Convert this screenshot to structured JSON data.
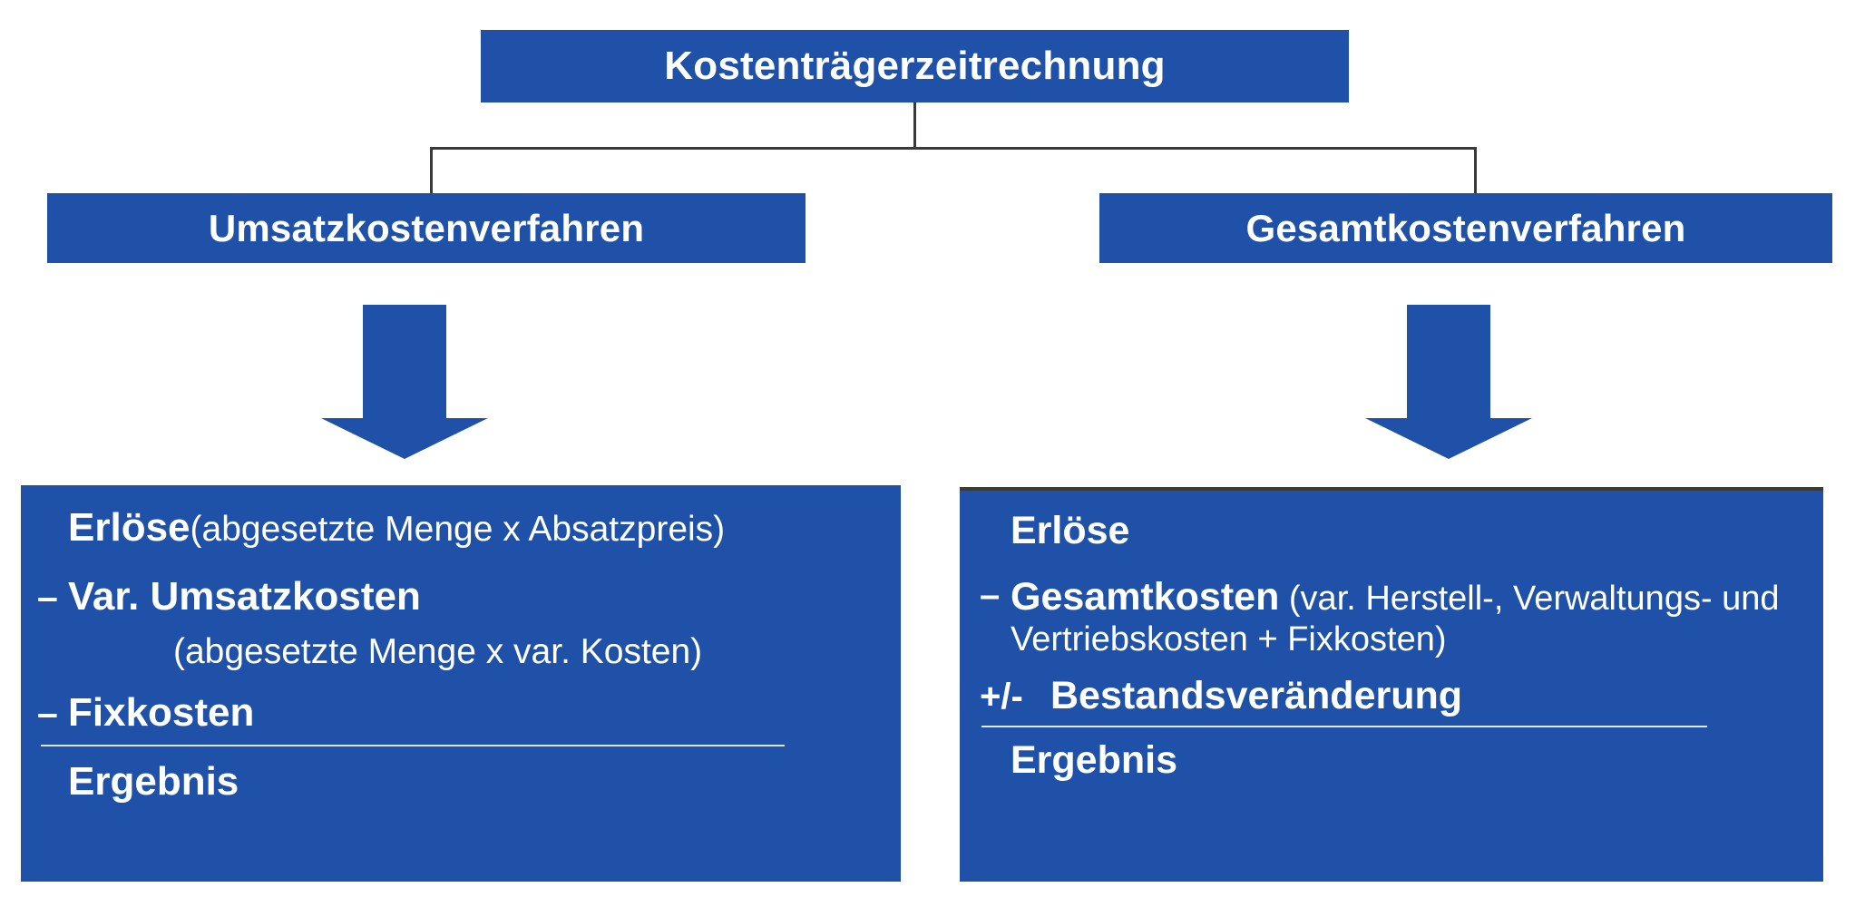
{
  "diagram": {
    "title": "Kostenträgerzeitrechnung",
    "accent_color": "#1F51A8",
    "connector_color": "#3A3A3A",
    "text_color": "#FFFFFF"
  },
  "nodes": {
    "root": {
      "label": "Kostenträgerzeitrechnung"
    },
    "left": {
      "label": "Umsatzkostenverfahren"
    },
    "right": {
      "label": "Gesamtkostenverfahren"
    }
  },
  "arrows": {
    "left": {
      "name": "down-arrow-icon"
    },
    "right": {
      "name": "down-arrow-icon"
    }
  },
  "panels": {
    "umsatzkostenverfahren": {
      "rows": [
        {
          "op": "",
          "bold": "Erlöse",
          "light": " (abgesetzte Menge x Absatzpreis)"
        },
        {
          "op": "–",
          "bold": "Var. Umsatzkosten",
          "light": ""
        },
        {
          "op": "",
          "bold": "",
          "light": "(abgesetzte Menge x var. Kosten)"
        },
        {
          "op": "–",
          "bold": "Fixkosten",
          "light": ""
        }
      ],
      "result_op": "",
      "result": "Ergebnis"
    },
    "gesamtkostenverfahren": {
      "rows": [
        {
          "op": "",
          "bold": "Erlöse",
          "light": ""
        },
        {
          "op": "–",
          "bold": "Gesamtkosten",
          "light": " (var. Herstell-, Verwaltungs- und Vertriebskosten + Fixkosten)"
        },
        {
          "op": "+/-",
          "bold": "Bestandsveränderung",
          "light": ""
        }
      ],
      "result_op": "",
      "result": "Ergebnis"
    }
  }
}
